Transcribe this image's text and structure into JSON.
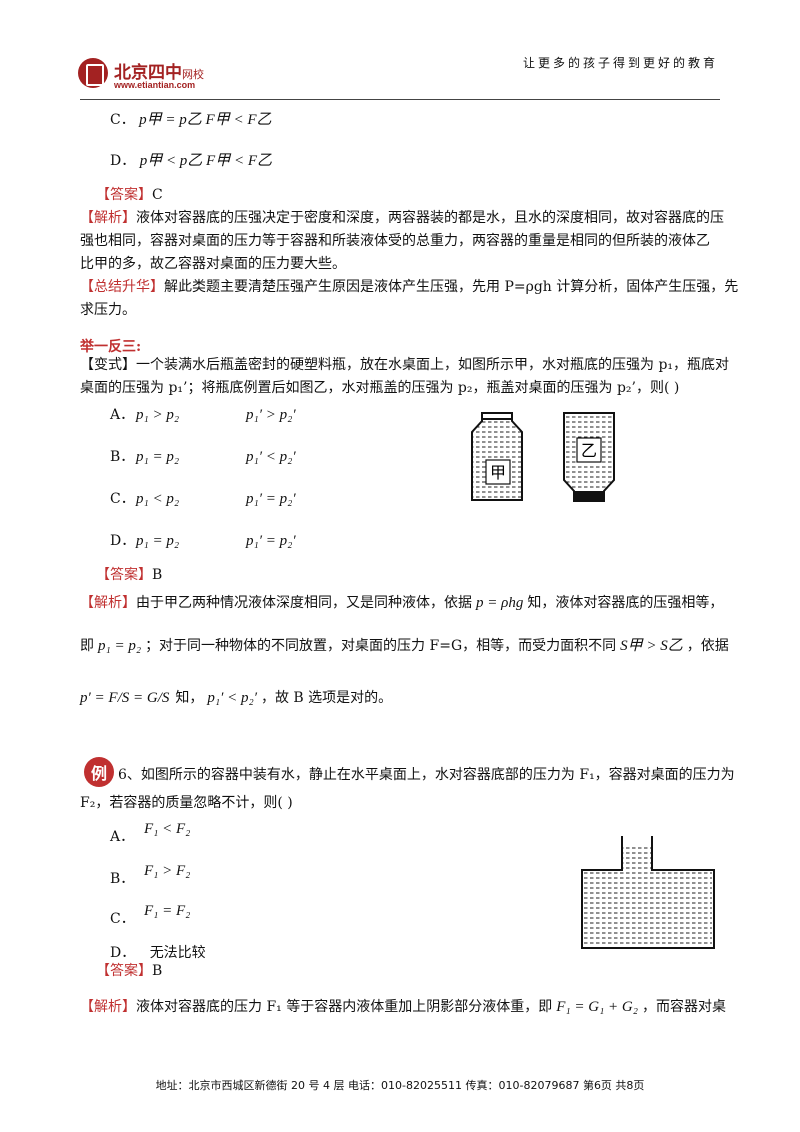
{
  "header": {
    "logo_cn": "北京四中",
    "logo_cn_small": "网校",
    "logo_url": "www.etiantian.com",
    "slogan": "让更多的孩子得到更好的教育"
  },
  "q_prev": {
    "options": [
      {
        "label": "C．",
        "expr": "p甲 = p乙   F甲 < F乙"
      },
      {
        "label": "D．",
        "expr": "p甲 < p乙   F甲 < F乙"
      }
    ],
    "answer_tag": "【答案】",
    "answer": "C",
    "analysis_tag": "【解析】",
    "analysis_1": "液体对容器底的压强决定于密度和深度，两容器装的都是水，且水的深度相同，故对容器底的压",
    "analysis_2": "强也相同，容器对桌面的压力等于容器和所装液体受的总重力，两容器的重量是相同的但所装的液体乙",
    "analysis_3": "比甲的多，故乙容器对桌面的压力要大些。",
    "summary_tag": "【总结升华】",
    "summary_1": "解此类题主要清楚压强产生原因是液体产生压强，先用 P=ρgh 计算分析，固体产生压强，先",
    "summary_2": "求压力。"
  },
  "variant": {
    "heading": "举一反三:",
    "stem_1": "【变式】一个装满水后瓶盖密封的硬塑料瓶，放在水桌面上，如图所示甲，水对瓶底的压强为 p₁，瓶底对",
    "stem_2": "桌面的压强为 p₁’；将瓶底例置后如图乙，水对瓶盖的压强为 p₂，瓶盖对桌面的压强为 p₂’，则(     )",
    "options": [
      {
        "label": "A．",
        "a": "p₁ > p₂",
        "b": "p₁′ > p₂′"
      },
      {
        "label": "B．",
        "a": "p₁ = p₂",
        "b": "p₁′ < p₂′"
      },
      {
        "label": "C．",
        "a": "p₁ < p₂",
        "b": "p₁′ = p₂′"
      },
      {
        "label": "D．",
        "a": "p₁ = p₂",
        "b": "p₁′ = p₂′"
      }
    ],
    "fig_a": "甲",
    "fig_b": "乙",
    "answer_tag": "【答案】",
    "answer": "B",
    "analysis_tag": "【解析】",
    "analysis_1a": "由于甲乙两种情况液体深度相同，又是同种液体，依据",
    "formula_1": "p = ρhg",
    "analysis_1b": "知，液体对容器底的压强相等，",
    "analysis_2a": "即",
    "formula_2": "p₁ = p₂",
    "analysis_2b": "；对于同一种物体的不同放置，对桌面的压力 F=G，相等，而受力面积不同",
    "formula_3": "S甲 > S乙",
    "analysis_2c": "，依据",
    "formula_4": "p′ = F/S = G/S",
    "analysis_3a": "知，",
    "formula_5": "p₁′ < p₂′",
    "analysis_3b": "，故 B 选项是对的。"
  },
  "example6": {
    "badge": "例",
    "stem_1": "6、如图所示的容器中装有水，静止在水平桌面上，水对容器底部的压力为 F₁，容器对桌面的压力为",
    "stem_2": "F₂，若容器的质量忽略不计，则(     )",
    "options": [
      {
        "label": "A．",
        "expr": "F₁ < F₂"
      },
      {
        "label": "B．",
        "expr": "F₁ > F₂"
      },
      {
        "label": "C．",
        "expr": "F₁ = F₂"
      },
      {
        "label": "D．",
        "expr": "无法比较"
      }
    ],
    "answer_tag": "【答案】",
    "answer": "B",
    "analysis_tag": "【解析】",
    "analysis_1a": "液体对容器底的压力 F₁ 等于容器内液体重加上阴影部分液体重，即",
    "formula": "F₁ = G₁ + G₂",
    "analysis_1b": "，而容器对桌"
  },
  "footer": {
    "text": "地址：北京市西城区新德街 20 号 4 层  电话：010-82025511  传真：010-82079687    第6页  共8页"
  }
}
